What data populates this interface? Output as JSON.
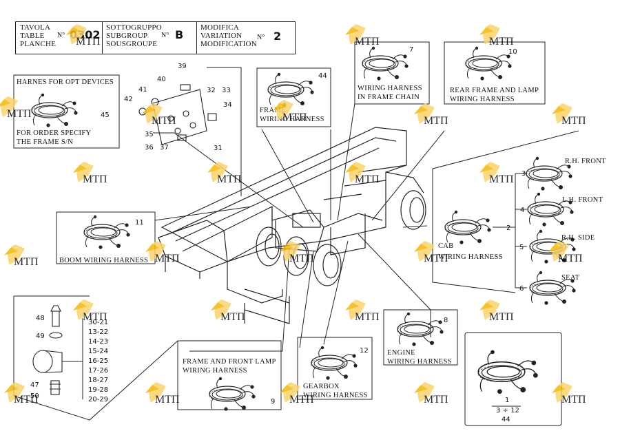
{
  "title_block": {
    "table_labels": [
      "TAVOLA",
      "TABLE",
      "PLANCHE"
    ],
    "table_no_prefix": "N°",
    "table_no": "0302",
    "subgroup_labels": [
      "SOTTOGRUPPO",
      "SUBGROUP",
      "SOUSGROUPE"
    ],
    "subgroup_no_prefix": "N°",
    "subgroup_no": "B",
    "variation_labels": [
      "MODIFICA",
      "VARIATION",
      "MODIFICATION"
    ],
    "variation_no_prefix": "N°",
    "variation_no": "2"
  },
  "labels": {
    "opt_devices_1": "HARNES FOR OPT DEVICES",
    "opt_devices_2": "FOR ORDER SPECIFY",
    "opt_devices_3": "THE FRAME S/N",
    "frame_wiring_1": "FRAME",
    "frame_wiring_2": "WIRING HARNESS",
    "frame_chain_1": "WIRING HARNESS",
    "frame_chain_2": "IN FRAME CHAIN",
    "rear_frame_1": "REAR FRAME AND LAMP",
    "rear_frame_2": "WIRING HARNESS",
    "boom": "BOOM WIRING HARNESS",
    "cab_1": "CAB",
    "cab_2": "WIRING HARNESS",
    "rh_front": "R.H. FRONT",
    "lh_front": "L.H. FRONT",
    "rh_side": "R.H. SIDE",
    "seat": "SEAT",
    "frame_front_1": "FRAME AND FRONT LAMP",
    "frame_front_2": "WIRING HARNESS",
    "gearbox_1": "GEARBOX",
    "gearbox_2": "WIRING HARNESS",
    "engine_1": "ENGINE",
    "engine_2": "WIRING HARNESS"
  },
  "callouts": {
    "n45": "45",
    "n44": "44",
    "n7": "7",
    "n10": "10",
    "n39": "39",
    "n40": "40",
    "n41": "41",
    "n42": "42",
    "n32": "32",
    "n33": "33",
    "n34": "34",
    "n35": "35",
    "n36": "36",
    "n37": "37",
    "n31": "31",
    "n11": "11",
    "n3": "3",
    "n4": "4",
    "n2": "2",
    "n5": "5",
    "n6": "6",
    "n8": "8",
    "n12": "12",
    "n9": "9",
    "n48": "48",
    "n49": "49",
    "n47": "47",
    "n50": "50",
    "n1": "1",
    "n3_12": "3 ÷ 12",
    "n44b": "44"
  },
  "pair_list": [
    "30-21",
    "13-22",
    "14-23",
    "15-24",
    "16-25",
    "17-26",
    "18-27",
    "19-28",
    "20-29"
  ],
  "watermark": {
    "text": "МТП",
    "color": "#f5b800"
  }
}
